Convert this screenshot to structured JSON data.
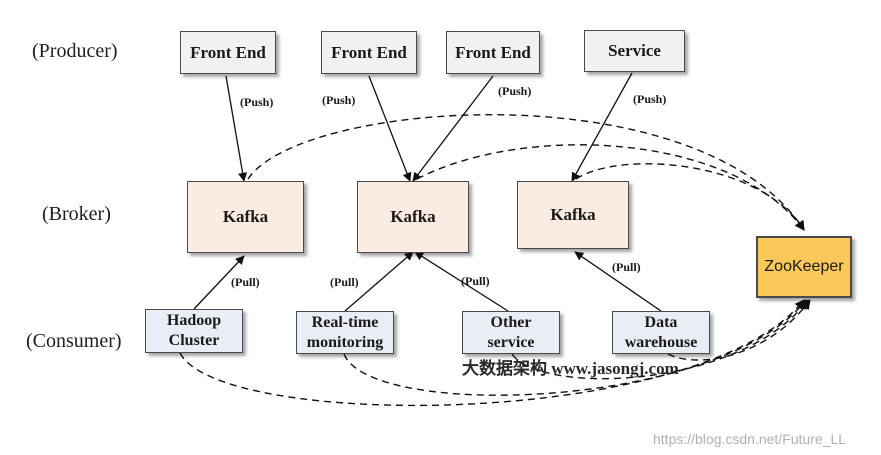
{
  "row_labels": {
    "producer": "(Producer)",
    "broker": "(Broker)",
    "consumer": "(Consumer)"
  },
  "producers": [
    "Front End",
    "Front End",
    "Front End",
    "Service"
  ],
  "brokers": [
    "Kafka",
    "Kafka",
    "Kafka"
  ],
  "consumers": [
    "Hadoop\nCluster",
    "Real-time\nmonitoring",
    "Other\nservice",
    "Data\nwarehouse"
  ],
  "zookeeper": "ZooKeeper",
  "edge_labels": {
    "push": [
      "(Push)",
      "(Push)",
      "(Push)",
      "(Push)"
    ],
    "pull": [
      "(Pull)",
      "(Pull)",
      "(Pull)",
      "(Pull)"
    ]
  },
  "watermarks": {
    "chinese": "大数据架构 www.jasongj.com",
    "csdn": "https://blog.csdn.net/Future_LL"
  }
}
